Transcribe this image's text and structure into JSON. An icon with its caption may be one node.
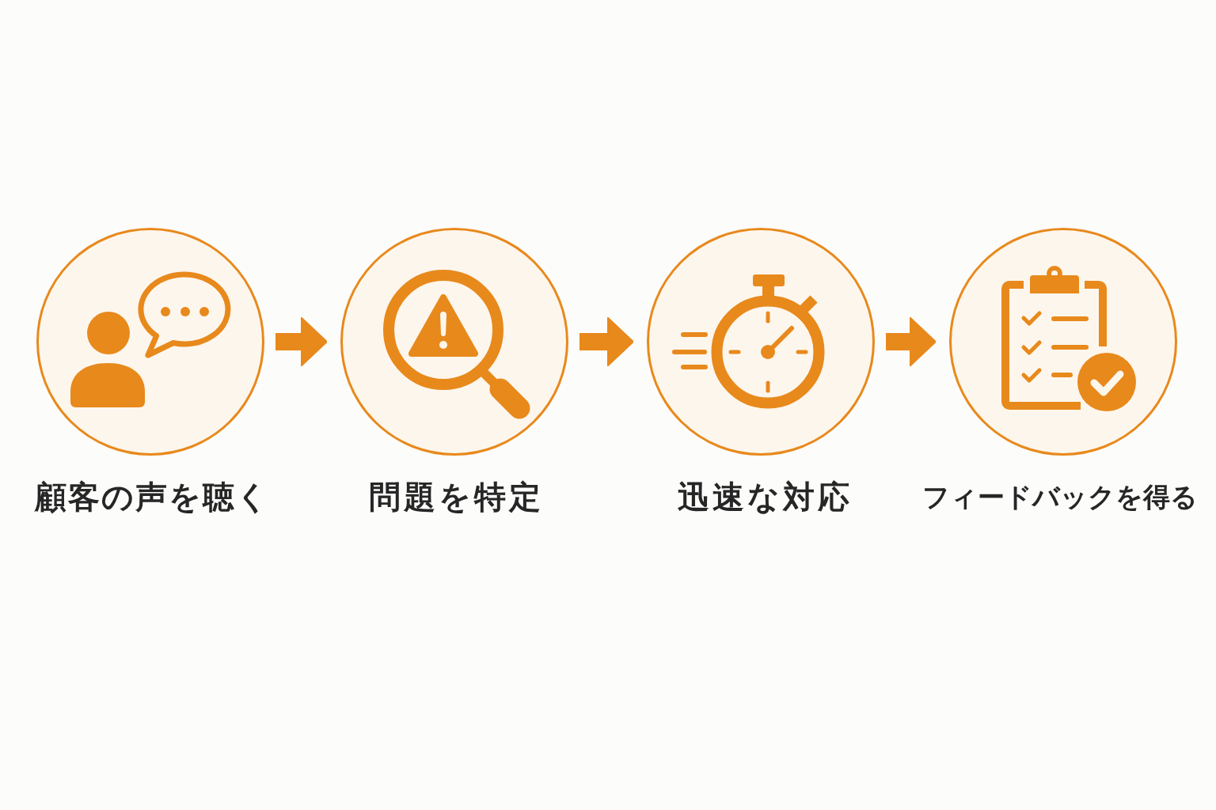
{
  "diagram": {
    "nodes": [
      {
        "text": [
          "顧客の声を聴く"
        ]
      },
      {
        "text": [
          "問題を特定"
        ]
      },
      {
        "text": [
          "迅速な対応"
        ]
      },
      {
        "text": [
          "フィードバックを得る"
        ]
      }
    ],
    "edges": [
      {
        "from": 0,
        "to": 1,
        "arrow": "to"
      },
      {
        "from": 1,
        "to": 2,
        "arrow": "to"
      },
      {
        "from": 2,
        "to": 3,
        "arrow": "to"
      }
    ]
  }
}
